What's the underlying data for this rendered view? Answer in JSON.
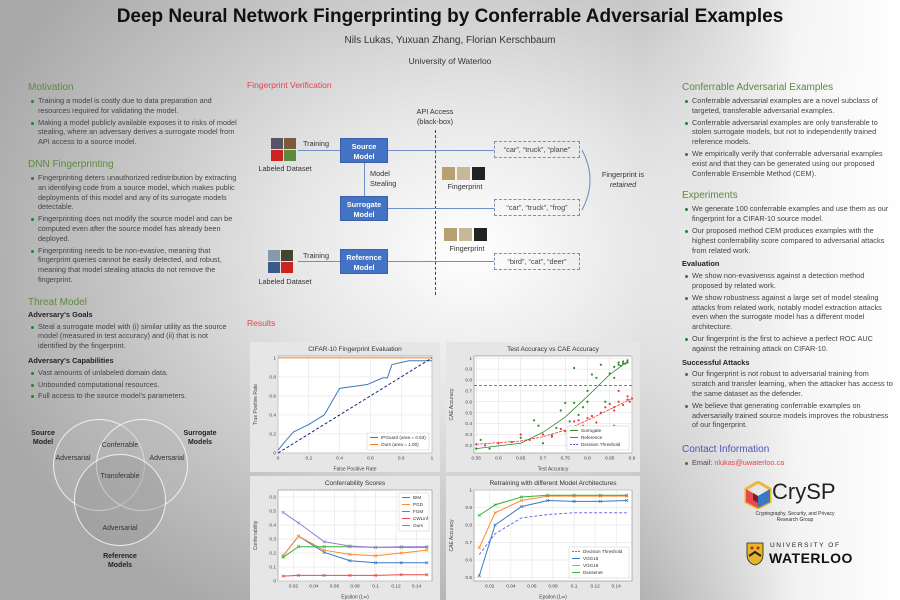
{
  "header": {
    "title": "Deep Neural Network Fingerprinting by Conferrable Adversarial Examples",
    "authors": "Nils Lukas, Yuxuan Zhang, Florian Kerschbaum",
    "affiliation": "University of Waterloo"
  },
  "left": {
    "motivation": {
      "heading": "Motivation",
      "items": [
        "Training a model is costly due to data preparation and resources required for validating the model.",
        "Making a model publicly available exposes it to risks of model stealing, where an adversary derives a surrogate model from API access to a source model."
      ]
    },
    "dnn": {
      "heading": "DNN Fingerprinting",
      "items": [
        "Fingerprinting deters unauthorized redistribution by extracting an identifying code from a source model, which makes public deployments of this model and any of its surrogate models detectable.",
        "Fingerprinting does not modify the source model and can be computed even after the source model has already been deployed.",
        "Fingerprinting needs to be non-evasive, meaning that fingerprint queries cannot be easily detected, and robust, meaning that model stealing attacks do not remove the fingerprint."
      ]
    },
    "threat": {
      "heading": "Threat Model",
      "goals_title": "Adversary's Goals",
      "goals": [
        "Steal a surrogate model with (i) similar utility as the source model (measured in test accuracy) and (ii) that is not identified by the fingerprint."
      ],
      "cap_title": "Adversary's Capabilities",
      "caps": [
        "Vast amounts of unlabeled domain data.",
        "Unbounded computational resources.",
        "Full access to the source model's parameters."
      ]
    },
    "venn": {
      "source": "Source Model",
      "surrogate": "Surrogate Models",
      "reference": "Reference Models",
      "adv1": "Adversarial",
      "adv2": "Adversarial",
      "adv3": "Adversarial",
      "conferrable": "Conferrable",
      "transferable": "Transferable"
    }
  },
  "diagram": {
    "heading": "Fingerprint Verification",
    "api": "API Access",
    "api2": "(black-box)",
    "training1": "Training",
    "training2": "Training",
    "dataset1": "Labeled Dataset",
    "dataset2": "Labeled Dataset",
    "source": "Source Model",
    "surrogate": "Surrogate Model",
    "reference": "Reference Model",
    "stealing": "Model Stealing",
    "fp1": "Fingerprint",
    "fp2": "Fingerprint",
    "out1": "“car”, “truck”, “plane”",
    "out2": "“car”, “truck”, “frog”",
    "out3": "“bird”, “cat”, “deer”",
    "retained1": "Fingerprint is",
    "retained2": "retained"
  },
  "results": {
    "heading": "Results"
  },
  "right": {
    "cae": {
      "heading": "Conferrable Adversarial Examples",
      "items": [
        "Conferrable adversarial examples are a novel subclass of targeted, transferable adversarial examples.",
        "Conferrable adversarial examples are only transferable to stolen surrogate models, but not to independently trained reference models.",
        "We empirically verify that conferrable adversarial examples exist and that they can be generated using our proposed Conferrable Ensemble Method (CEM)."
      ]
    },
    "exp": {
      "heading": "Experiments",
      "items": [
        "We generate 100 conferrable examples and use them as our fingerprint for a CIFAR-10 source model.",
        "Our proposed method CEM produces examples with the highest conferrability score compared to adversarial attacks from related work."
      ],
      "eval_title": "Evaluation",
      "eval": [
        "We show non-evasivenss against a detection method proposed by related work.",
        "We show robustness against a large set of model stealing attacks from related work, notably model extraction attacks even when the surrogate model has a different model architecture.",
        "Our fingerprint is the first to achieve a perfect ROC AUC against the retraining attack on CIFAR-10."
      ],
      "succ_title": "Successful Attacks",
      "succ": [
        "Our fingerprint is not robust to adversarial training from scratch and transfer learning, when the attacker has access to the same dataset as the defender.",
        "We believe that generating conferrable examples on adversarially trained source models improves the robustness of our fingerprint."
      ]
    },
    "contact": {
      "heading": "Contact Information",
      "label": "Email: ",
      "email": "nlukas@uwaterloo.ca"
    },
    "crysp": {
      "name": "CrySP",
      "line1": "Cryptography, Security, and Privacy",
      "line2": "Research Group"
    },
    "uw": {
      "line1": "UNIVERSITY OF",
      "line2": "WATERLOO"
    }
  },
  "colors": {
    "green": "#5b8a3c",
    "red": "#e8414b",
    "box": "#4472c4",
    "blue": "#1f77b4",
    "orange": "#ff7f0e"
  },
  "chart_data": [
    {
      "type": "line",
      "title": "CIFAR-10 Fingerprint Evaluation",
      "xlabel": "False Positive Rate",
      "ylabel": "True Positive Rate",
      "xlim": [
        0,
        1
      ],
      "ylim": [
        0,
        1.02
      ],
      "xticks": [
        0,
        0.2,
        0.4,
        0.6,
        0.8,
        1.0
      ],
      "yticks": [
        0,
        0.2,
        0.4,
        0.6,
        0.8,
        1.0
      ],
      "legend": "bottom-right",
      "series": [
        {
          "name": "IPGuard (area = 0.63)",
          "color": "#3b78c2",
          "x": [
            0,
            0.05,
            0.1,
            0.2,
            0.3,
            0.4,
            0.58,
            0.68,
            0.71,
            0.74,
            0.85,
            1.0
          ],
          "y": [
            0.03,
            0.13,
            0.22,
            0.3,
            0.4,
            0.68,
            0.72,
            0.79,
            0.79,
            0.93,
            0.97,
            0.97
          ]
        },
        {
          "name": "Ours (area = 1.00)",
          "color": "#ff7f0e",
          "x": [
            0,
            1
          ],
          "y": [
            1,
            1
          ]
        },
        {
          "name": "",
          "color": "#1a237e",
          "dash": true,
          "x": [
            0,
            1
          ],
          "y": [
            0,
            1
          ]
        }
      ]
    },
    {
      "type": "scatter",
      "title": "Test Accuracy vs CAE Accuracy",
      "xlabel": "Test Accuracy",
      "ylabel": "CAE Accuracy",
      "xlim": [
        0.545,
        0.9
      ],
      "ylim": [
        0.13,
        1.02
      ],
      "xticks": [
        0.55,
        0.6,
        0.65,
        0.7,
        0.75,
        0.8,
        0.85,
        0.9
      ],
      "yticks": [
        0.2,
        0.3,
        0.4,
        0.5,
        0.6,
        0.7,
        0.8,
        0.9,
        1.0
      ],
      "legend": "bottom-right",
      "threshold": 0.75,
      "threshold_label": "Decision Threshold",
      "series": [
        {
          "name": "Surrogate",
          "color": "#2e8b2e",
          "x": [
            0.55,
            0.56,
            0.58,
            0.6,
            0.65,
            0.68,
            0.69,
            0.7,
            0.72,
            0.73,
            0.74,
            0.75,
            0.76,
            0.77,
            0.78,
            0.79,
            0.8,
            0.8,
            0.81,
            0.82,
            0.83,
            0.84,
            0.85,
            0.86,
            0.86,
            0.87,
            0.87,
            0.88,
            0.88,
            0.89,
            0.89,
            0.885,
            0.875,
            0.77
          ],
          "y": [
            0.17,
            0.25,
            0.17,
            0.22,
            0.27,
            0.43,
            0.38,
            0.22,
            0.29,
            0.36,
            0.52,
            0.59,
            0.42,
            0.59,
            0.48,
            0.55,
            0.7,
            0.6,
            0.85,
            0.82,
            0.94,
            0.6,
            0.86,
            0.92,
            0.82,
            0.94,
            0.96,
            0.95,
            0.97,
            0.96,
            0.98,
            0.95,
            0.93,
            0.91
          ],
          "fit": [
            [
              0.55,
              0.17
            ],
            [
              0.65,
              0.22
            ],
            [
              0.7,
              0.32
            ],
            [
              0.75,
              0.46
            ],
            [
              0.8,
              0.65
            ],
            [
              0.85,
              0.85
            ],
            [
              0.89,
              0.97
            ]
          ]
        },
        {
          "name": "Reference",
          "color": "#e83a3a",
          "x": [
            0.55,
            0.57,
            0.6,
            0.63,
            0.65,
            0.67,
            0.7,
            0.72,
            0.74,
            0.75,
            0.76,
            0.77,
            0.78,
            0.79,
            0.8,
            0.81,
            0.82,
            0.83,
            0.84,
            0.85,
            0.86,
            0.86,
            0.87,
            0.88,
            0.89,
            0.89,
            0.895,
            0.9,
            0.87,
            0.86
          ],
          "y": [
            0.21,
            0.2,
            0.22,
            0.23,
            0.3,
            0.25,
            0.3,
            0.28,
            0.35,
            0.33,
            0.37,
            0.42,
            0.43,
            0.38,
            0.45,
            0.47,
            0.41,
            0.5,
            0.55,
            0.58,
            0.52,
            0.55,
            0.6,
            0.57,
            0.62,
            0.65,
            0.6,
            0.63,
            0.7,
            0.38
          ],
          "fit": [
            [
              0.55,
              0.21
            ],
            [
              0.65,
              0.24
            ],
            [
              0.7,
              0.28
            ],
            [
              0.75,
              0.34
            ],
            [
              0.8,
              0.43
            ],
            [
              0.85,
              0.53
            ],
            [
              0.9,
              0.63
            ]
          ]
        }
      ]
    },
    {
      "type": "line",
      "title": "Conferrability Scores",
      "xlabel": "Epsilon (L∞)",
      "ylabel": "Conferrability",
      "xlim": [
        0.005,
        0.155
      ],
      "ylim": [
        0,
        0.65
      ],
      "xticks": [
        0.02,
        0.04,
        0.06,
        0.08,
        0.1,
        0.12,
        0.14
      ],
      "yticks": [
        0,
        0.1,
        0.2,
        0.3,
        0.4,
        0.5,
        0.6
      ],
      "legend": "top-right",
      "series": [
        {
          "name": "BIM",
          "color": "#3b78c2",
          "x": [
            0.01,
            0.025,
            0.05,
            0.075,
            0.1,
            0.125,
            0.15
          ],
          "y": [
            0.18,
            0.32,
            0.205,
            0.145,
            0.13,
            0.13,
            0.13
          ]
        },
        {
          "name": "PGD",
          "color": "#ff8c2a",
          "x": [
            0.01,
            0.025,
            0.05,
            0.075,
            0.1,
            0.125,
            0.15
          ],
          "y": [
            0.18,
            0.32,
            0.22,
            0.19,
            0.18,
            0.2,
            0.22
          ]
        },
        {
          "name": "FGM",
          "color": "#3cae3c",
          "x": [
            0.01,
            0.025,
            0.05,
            0.075,
            0.1,
            0.125,
            0.15
          ],
          "y": [
            0.17,
            0.245,
            0.245,
            0.245,
            0.24,
            0.24,
            0.24
          ]
        },
        {
          "name": "CWLinf",
          "color": "#e84a4a",
          "x": [
            0.01,
            0.025,
            0.05,
            0.075,
            0.1,
            0.125,
            0.15
          ],
          "y": [
            0.035,
            0.04,
            0.04,
            0.04,
            0.04,
            0.045,
            0.045
          ]
        },
        {
          "name": "Ours",
          "color": "#9a7bd0",
          "x": [
            0.01,
            0.025,
            0.05,
            0.075,
            0.1,
            0.125,
            0.15
          ],
          "y": [
            0.49,
            0.415,
            0.28,
            0.25,
            0.24,
            0.245,
            0.245
          ]
        }
      ]
    },
    {
      "type": "line",
      "title": "Retraining with different Model Architectures",
      "xlabel": "Epsilon (L∞)",
      "ylabel": "CAE Accuracy",
      "xlim": [
        0.005,
        0.155
      ],
      "ylim": [
        0.48,
        1.0
      ],
      "xticks": [
        0.02,
        0.04,
        0.06,
        0.08,
        0.1,
        0.12,
        0.14
      ],
      "yticks": [
        0.5,
        0.6,
        0.7,
        0.8,
        0.9,
        1.0
      ],
      "legend": "bottom-right",
      "series": [
        {
          "name": "Decision Threshold",
          "color": "#6b6bf0",
          "dash": true,
          "x": [
            0.01,
            0.025,
            0.05,
            0.075,
            0.1,
            0.125,
            0.15
          ],
          "y": [
            0.63,
            0.75,
            0.84,
            0.86,
            0.87,
            0.87,
            0.87
          ]
        },
        {
          "name": "VGG16",
          "color": "#3b78c2",
          "x": [
            0.01,
            0.025,
            0.05,
            0.075,
            0.1,
            0.125,
            0.15
          ],
          "y": [
            0.51,
            0.8,
            0.905,
            0.94,
            0.935,
            0.935,
            0.94
          ]
        },
        {
          "name": "VGG19",
          "color": "#ff8c2a",
          "x": [
            0.01,
            0.025,
            0.05,
            0.075,
            0.1,
            0.125,
            0.15
          ],
          "y": [
            0.67,
            0.87,
            0.94,
            0.965,
            0.965,
            0.965,
            0.965
          ]
        },
        {
          "name": "Densenet",
          "color": "#3cae3c",
          "x": [
            0.01,
            0.025,
            0.05,
            0.075,
            0.1,
            0.125,
            0.15
          ],
          "y": [
            0.855,
            0.915,
            0.96,
            0.97,
            0.97,
            0.97,
            0.97
          ]
        }
      ]
    }
  ]
}
